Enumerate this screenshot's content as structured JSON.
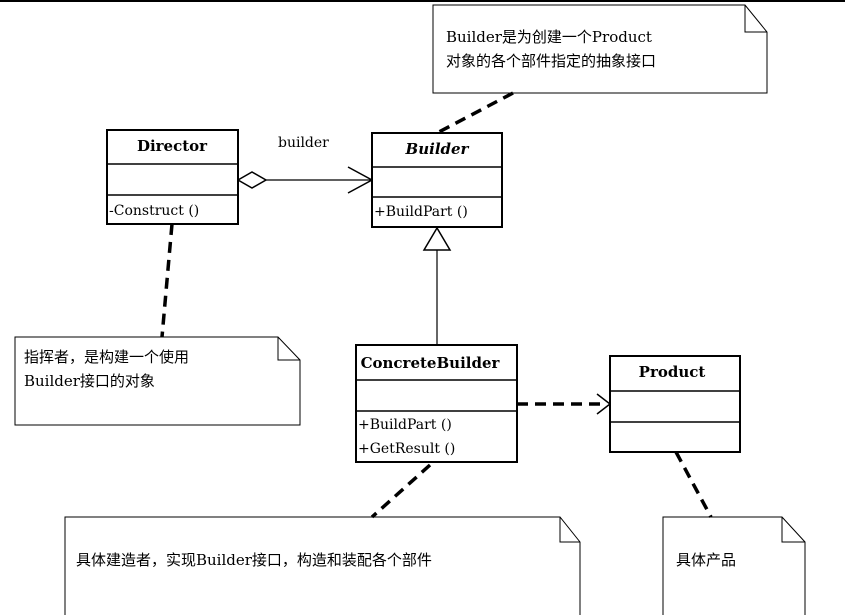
{
  "diagram": {
    "classes": {
      "director": {
        "name": "Director",
        "operations": [
          "-Construct ()"
        ]
      },
      "builder": {
        "name": "Builder",
        "abstract": true,
        "operations": [
          "+BuildPart ()"
        ]
      },
      "concrete_builder": {
        "name": "ConcreteBuilder",
        "operations": [
          "+BuildPart ()",
          "+GetResult ()"
        ]
      },
      "product": {
        "name": "Product",
        "operations": []
      }
    },
    "relations": {
      "aggregation_label": "builder"
    },
    "notes": {
      "builder_note": [
        "Builder是为创建一个Product",
        "对象的各个部件指定的抽象接口"
      ],
      "director_note": [
        "指挥者，是构建一个使用",
        "Builder接口的对象"
      ],
      "concrete_builder_note": [
        "具体建造者，实现Builder接口，构造和装配各个部件"
      ],
      "product_note": [
        "具体产品"
      ]
    }
  }
}
